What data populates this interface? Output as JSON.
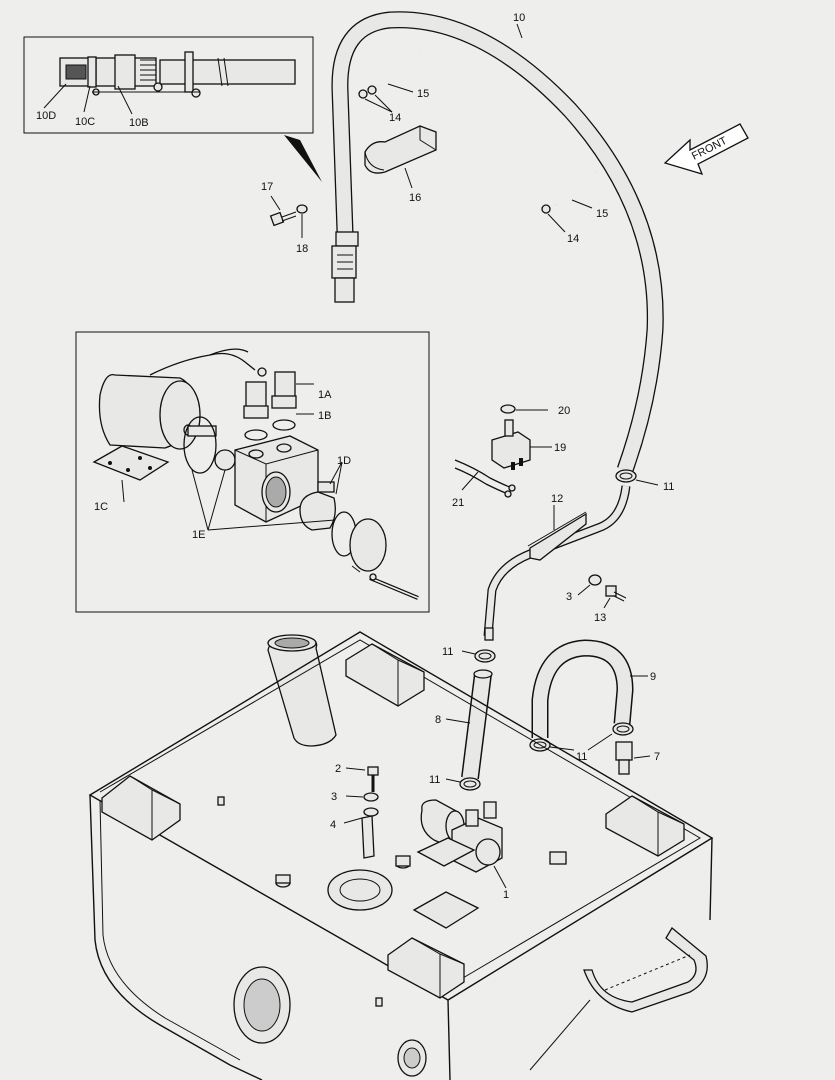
{
  "diagram": {
    "callouts": {
      "c10": "10",
      "c10D": "10D",
      "c10C": "10C",
      "c10B": "10B",
      "c14a": "14",
      "c15a": "15",
      "c14b": "14",
      "c15b": "15",
      "c16": "16",
      "c17": "17",
      "c18": "18",
      "c1A": "1A",
      "c1B": "1B",
      "c1C": "1C",
      "c1D": "1D",
      "c1E": "1E",
      "c20": "20",
      "c19": "19",
      "c21": "21",
      "c11a": "11",
      "c12": "12",
      "c3a": "3",
      "c13": "13",
      "c11b": "11",
      "c9": "9",
      "c8": "8",
      "c2": "2",
      "c3b": "3",
      "c4": "4",
      "c11c": "11",
      "c11d": "11",
      "c7": "7",
      "c1": "1"
    },
    "front_label": "FRONT",
    "colors": {
      "background": "#eeeeec",
      "line": "#111111",
      "part_fill": "#e8e8e6"
    }
  }
}
